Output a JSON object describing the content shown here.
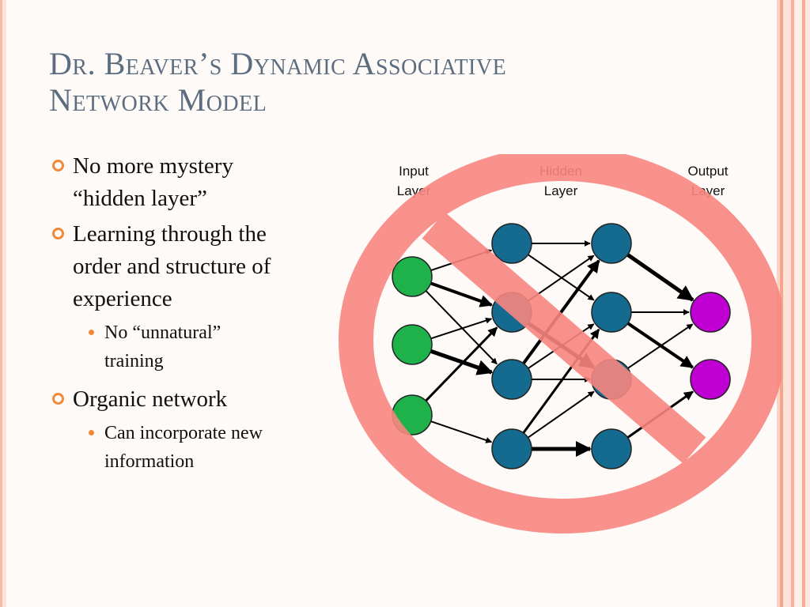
{
  "slide": {
    "title_line1": "Dr. Beaver’s Dynamic Associative",
    "title_line2": "Network Model",
    "bullets": [
      {
        "text_line1": "No more mystery",
        "text_line2": "“hidden layer”"
      },
      {
        "text_line1": "Learning through the",
        "text_line2": "order and structure of",
        "text_line3": "experience",
        "sub": {
          "text_line1": "No “unnatural”",
          "text_line2": "training"
        }
      },
      {
        "text_line1": "Organic network",
        "sub": {
          "text_line1": "Can incorporate new",
          "text_line2": "information"
        }
      }
    ]
  },
  "diagram": {
    "labels": {
      "input_line1": "Input",
      "input_line2": "Layer",
      "hidden_line1": "Hidden",
      "hidden_line2": "Layer",
      "output_line1": "Output",
      "output_line2": "Layer"
    },
    "colors": {
      "input_node": "#1fb24a",
      "hidden_node": "#156b8f",
      "output_node": "#c000d2",
      "prohibition_ring": "#f88680",
      "prohibition_outline": "#c0602f"
    }
  },
  "icons": {
    "bullet_level1": "hollow-orange-circle",
    "bullet_level2": "filled-orange-dot",
    "overlay": "prohibition-sign-icon"
  }
}
